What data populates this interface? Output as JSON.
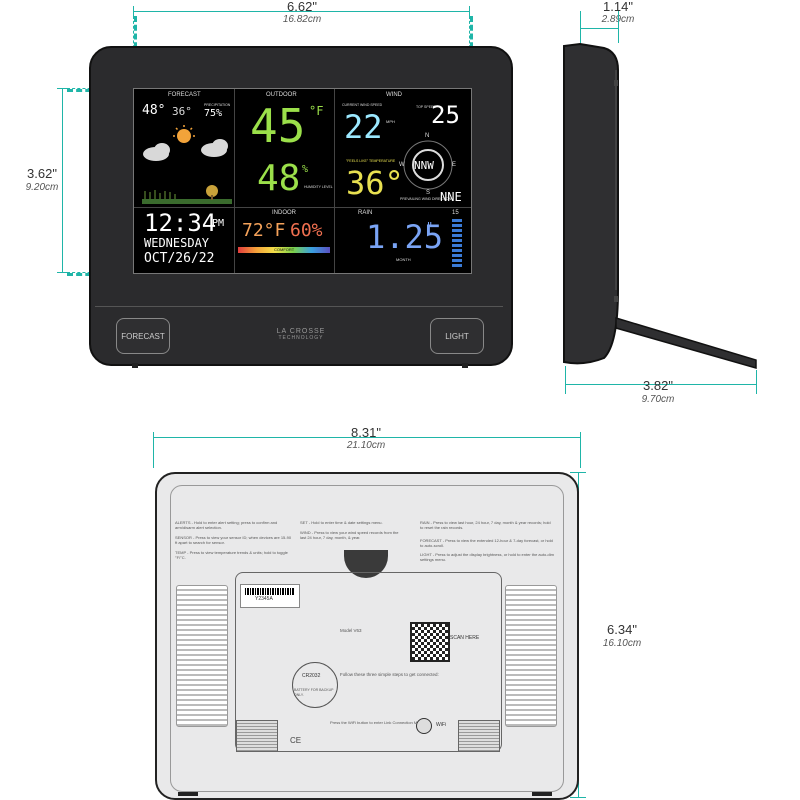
{
  "dimensions": {
    "front_width": {
      "in": "6.62\"",
      "cm": "16.82cm"
    },
    "front_height": {
      "in": "3.62\"",
      "cm": "9.20cm"
    },
    "side_top": {
      "in": "1.14\"",
      "cm": "2.89cm"
    },
    "side_base": {
      "in": "3.82\"",
      "cm": "9.70cm"
    },
    "back_width": {
      "in": "8.31\"",
      "cm": "21.10cm"
    },
    "back_height": {
      "in": "6.34\"",
      "cm": "16.10cm"
    }
  },
  "brand": {
    "name": "LA CROSSE",
    "sub": "TECHNOLOGY"
  },
  "buttons": {
    "forecast": "FORECAST",
    "light": "LIGHT"
  },
  "display": {
    "forecast": {
      "title": "FORECAST",
      "hi": "48°",
      "lo": "36°",
      "precip_label": "PRECIPITATION",
      "precip": "75%"
    },
    "outdoor": {
      "title": "OUTDOOR",
      "temp": "45",
      "temp_unit": "°F",
      "humidity": "48",
      "humidity_unit": "%",
      "humidity_label": "HUMIDITY LEVEL"
    },
    "wind": {
      "title": "WIND",
      "current_label": "CURRENT WIND SPEED",
      "speed": "22",
      "speed_unit": "MPH",
      "top_label": "TOP SPEED",
      "top": "25",
      "feels_label": "\"FEELS LIKE\" TEMPERATURE",
      "feels": "36°",
      "dir_label": "PREVAILING WIND DIRECTION",
      "dir": "NNW",
      "prevailing": "NNE",
      "compass": {
        "n": "N",
        "e": "E",
        "s": "S",
        "w": "W"
      }
    },
    "clock": {
      "time": "12:34",
      "ampm": "PM",
      "day": "WEDNESDAY",
      "date": "OCT/26/22"
    },
    "indoor": {
      "title": "INDOOR",
      "temp": "72°F",
      "humidity": "60%",
      "comfort": "COMFORT"
    },
    "rain": {
      "title": "RAIN",
      "amount": "1.25",
      "unit": "\"",
      "period": "MONTH",
      "scale_top": "15"
    }
  },
  "back": {
    "alerts": "ALERTS - Hold to enter alert setting; press to confirm and arm/disarm alert selection.",
    "sensor": "SENSOR - Press to view your sensor ID; when devices are 15-90 ft apart to search for sensor.",
    "temp": "TEMP - Press to view temperature trends & units; hold to toggle °F/°C.",
    "set": "SET - Hold to enter time & date settings menu.",
    "wind_txt": "WIND - Press to view your wind speed records from the last 24 hour, 7 day, month, & year.",
    "rain_txt": "RAIN - Press to view last hour, 24 hour, 7 day, month & year records; hold to reset the rain records.",
    "forecast_txt": "FORECAST - Press to view the extended 12-hour & 7-day forecast, or hold to auto-scroll.",
    "light_txt": "LIGHT - Press to adjust the display brightness, or hold to enter the auto-dim settings menu.",
    "sticker": "Y2345A",
    "model": "Model V63",
    "scan": "SCAN HERE",
    "follow": "Follow these three simple steps to get connected:",
    "battery": "CR2032",
    "battery_note": "BATTERY FOR BACKUP ONLY.",
    "wifi_note": "Press the WiFi button to enter Link Connection Mode.",
    "wifi": "WiFi",
    "ce": "CE"
  }
}
